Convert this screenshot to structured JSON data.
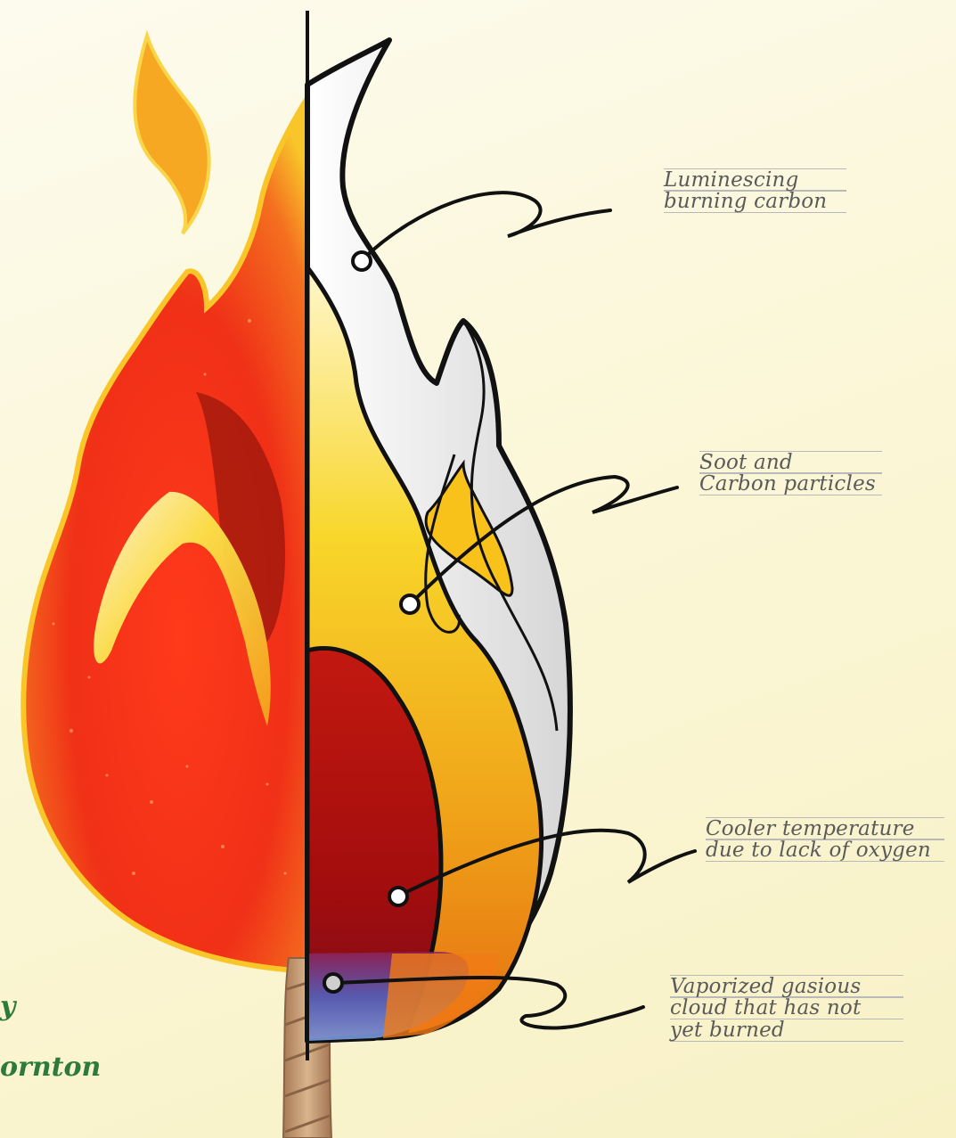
{
  "diagram": {
    "labels": [
      {
        "lines": [
          "Luminescing",
          "burning carbon"
        ]
      },
      {
        "lines": [
          "Soot and",
          "Carbon particles"
        ]
      },
      {
        "lines": [
          "Cooler temperature",
          "due to lack of oxygen"
        ]
      },
      {
        "lines": [
          "Vaporized gasious",
          "cloud that has not",
          "yet burned"
        ]
      }
    ],
    "credit_lines": [
      "y",
      "ornton"
    ]
  },
  "colors": {
    "flame_red": "#e8391a",
    "flame_orange": "#f46a1c",
    "flame_yellow": "#f9d21b",
    "dark_red": "#a70c0c",
    "gas_blue": "#5a7fd6",
    "credit_green": "#2d7a3a",
    "label_gray": "#5a5a5a",
    "wick_tan": "#c9a07a"
  }
}
